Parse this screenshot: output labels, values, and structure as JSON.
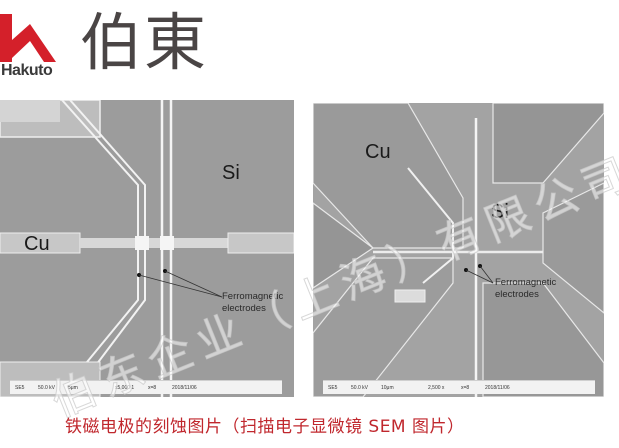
{
  "logo": {
    "brand_en": "Hakuto",
    "brand_cn": "伯東",
    "mark_icon": "hakuto-logo-icon",
    "mark_color": "#d4202a"
  },
  "figures": [
    {
      "id": "left",
      "labels": {
        "cu": "Cu",
        "si": "Si"
      },
      "annotation": [
        "Ferromagnetic",
        "electrodes"
      ],
      "databar": [
        "SE5",
        "50.0 kV",
        "5μm",
        "x5,000  1",
        "x=8",
        "2018/11/06"
      ]
    },
    {
      "id": "right",
      "labels": {
        "cu": "Cu",
        "si": "Si"
      },
      "annotation": [
        "Ferromagnetic",
        "electrodes"
      ],
      "databar": [
        "SE5",
        "50.0 kV",
        "10μm",
        "2,500  x",
        "x=8",
        "2018/11/06"
      ]
    }
  ],
  "watermark": "伯东企业（上海）有限公司",
  "caption": "铁磁电极的刻蚀图片（扫描电子显微镜 SEM 图片）",
  "colors": {
    "caption": "#c0272d",
    "sem_gray": "#9a9a9a",
    "line_white": "#f0f0f0"
  }
}
